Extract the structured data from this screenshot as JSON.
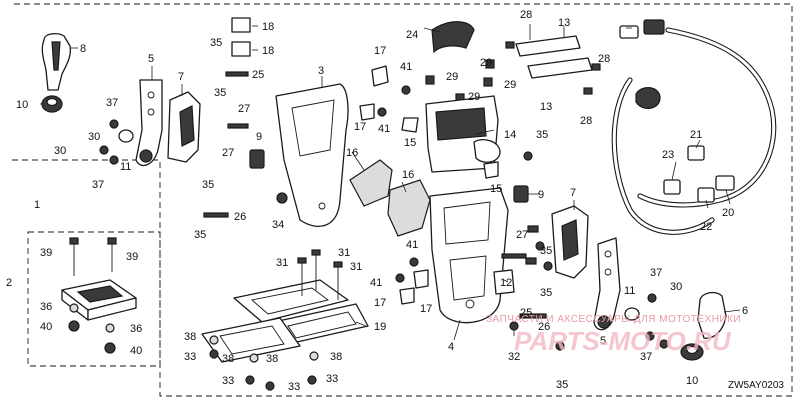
{
  "diagram": {
    "code": "ZW5AY0203",
    "watermark_top": "ЗАПЧАСТИ И АКСЕССУАРЫ ДЛЯ МОТОТЕХНИКИ",
    "watermark_main": "PARTS-MOTO.RU",
    "colors": {
      "ink": "#1a1a1a",
      "watermark": "#f3b8c0",
      "background": "#ffffff"
    }
  },
  "callouts": [
    "1",
    "2",
    "3",
    "4",
    "5",
    "5",
    "6",
    "7",
    "7",
    "8",
    "9",
    "9",
    "10",
    "10",
    "11",
    "11",
    "12",
    "13",
    "13",
    "14",
    "15",
    "15",
    "16",
    "16",
    "17",
    "17",
    "17",
    "17",
    "18",
    "18",
    "19",
    "20",
    "21",
    "22",
    "23",
    "24",
    "25",
    "25",
    "26",
    "26",
    "27",
    "27",
    "27",
    "28",
    "28",
    "28",
    "29",
    "29",
    "29",
    "29",
    "30",
    "30",
    "30",
    "31",
    "31",
    "31",
    "32",
    "33",
    "33",
    "33",
    "33",
    "34",
    "35",
    "35",
    "35",
    "35",
    "35",
    "35",
    "35",
    "35",
    "36",
    "36",
    "37",
    "37",
    "37",
    "37",
    "38",
    "38",
    "38",
    "38",
    "39",
    "39",
    "40",
    "40",
    "41",
    "41",
    "41",
    "41"
  ]
}
